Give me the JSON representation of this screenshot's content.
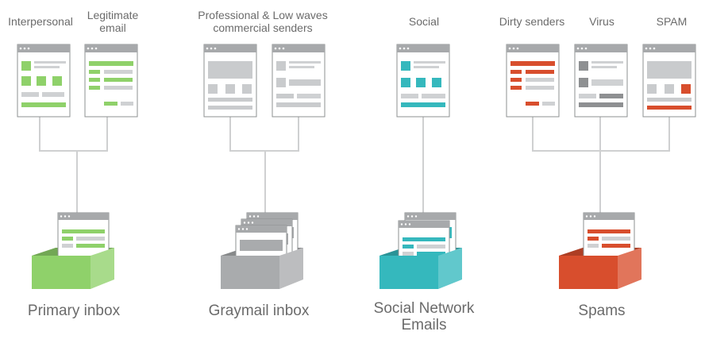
{
  "sources": [
    {
      "id": "interpersonal",
      "label": "Interpersonal",
      "color_key": "green"
    },
    {
      "id": "legitimate",
      "label": "Legitimate\nemail",
      "color_key": "green"
    },
    {
      "id": "pro1",
      "label": "",
      "color_key": "gray"
    },
    {
      "id": "pro2",
      "label": "",
      "color_key": "gray"
    },
    {
      "id": "social",
      "label": "Social",
      "color_key": "teal"
    },
    {
      "id": "dirty",
      "label": "Dirty senders",
      "color_key": "red"
    },
    {
      "id": "virus",
      "label": "Virus",
      "color_key": "red"
    },
    {
      "id": "spam",
      "label": "SPAM",
      "color_key": "red"
    }
  ],
  "group_labels": {
    "professional": "Professional & Low waves\ncommercial senders"
  },
  "bins": [
    {
      "id": "primary",
      "label": "Primary inbox",
      "color_key": "green"
    },
    {
      "id": "graymail",
      "label": "Graymail inbox",
      "color_key": "gray"
    },
    {
      "id": "social",
      "label": "Social Network\nEmails",
      "color_key": "teal"
    },
    {
      "id": "spams",
      "label": "Spams",
      "color_key": "red"
    }
  ],
  "colors": {
    "green": "#8fd16a",
    "gray": "#a9abad",
    "teal": "#35b8bd",
    "red": "#d84e2d",
    "connector": "#cfd0d1",
    "window_border": "#8e9092",
    "window_header": "#a7a9ab",
    "text": "#6b6b6b"
  }
}
